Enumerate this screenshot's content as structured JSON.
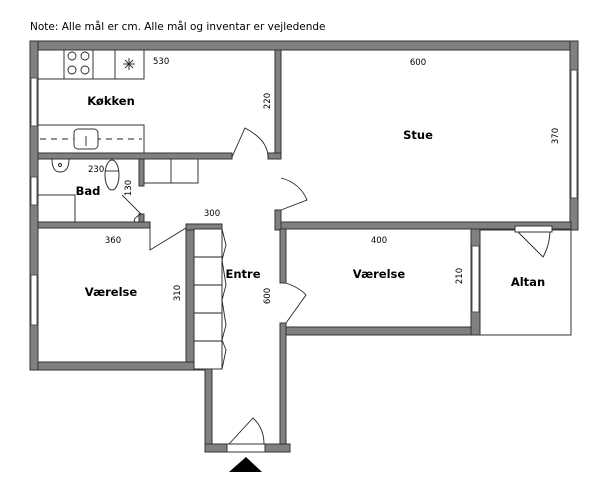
{
  "note": "Note: Alle mål er cm. Alle mål og inventar er vejledende",
  "rooms": {
    "kitchen": {
      "label": "Køkken",
      "dim_width": "530",
      "dim_height": "220"
    },
    "living": {
      "label": "Stue",
      "dim_width": "600",
      "dim_height": "370"
    },
    "bath": {
      "label": "Bad",
      "dim_width": "230",
      "dim_height": "130"
    },
    "hall": {
      "label": "Entre",
      "dim_width": "300",
      "dim_height": "600"
    },
    "bedroom_left": {
      "label": "Værelse",
      "dim_width": "360",
      "dim_height": "310"
    },
    "bedroom_right": {
      "label": "Værelse",
      "dim_width": "400",
      "dim_height": "210"
    },
    "balcony": {
      "label": "Altan"
    }
  }
}
